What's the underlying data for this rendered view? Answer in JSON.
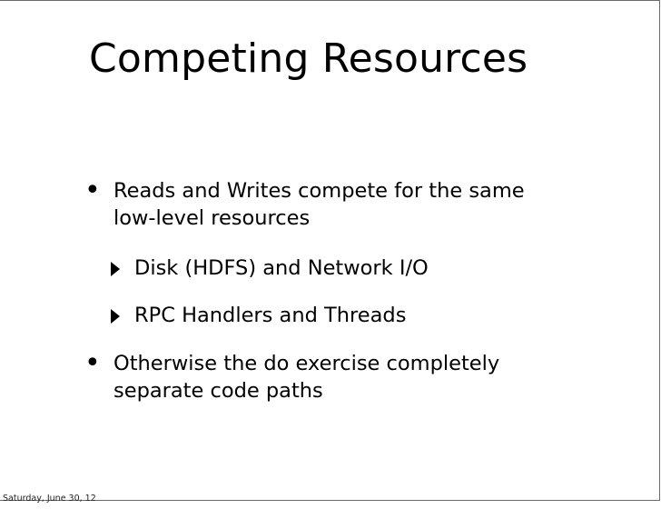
{
  "slide": {
    "title": "Competing Resources",
    "bullets": [
      {
        "lines": [
          "Reads and Writes compete for the same",
          "low-level resources"
        ],
        "subitems": [
          "Disk (HDFS) and Network I/O",
          "RPC Handlers and Threads"
        ]
      },
      {
        "lines": [
          "Otherwise the do exercise completely",
          "separate code paths"
        ],
        "subitems": []
      }
    ]
  },
  "footer": {
    "date": "Saturday, June 30, 12"
  }
}
